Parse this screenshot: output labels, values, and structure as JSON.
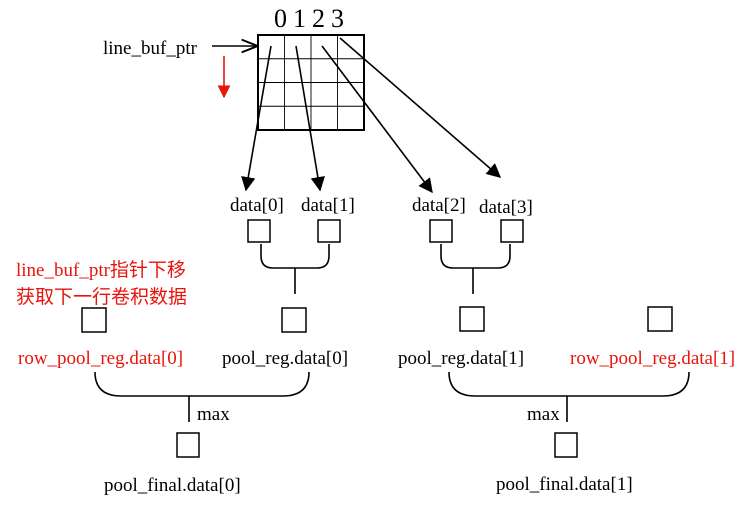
{
  "colors": {
    "line": "#000000",
    "highlight": "#e8140c"
  },
  "buffer": {
    "pointer_label": "line_buf_ptr",
    "column_indices": [
      "0",
      "1",
      "2",
      "3"
    ]
  },
  "note": {
    "line1": "line_buf_ptr指针下移",
    "line2": "获取下一行卷积数据"
  },
  "data_labels": [
    "data[0]",
    "data[1]",
    "data[2]",
    "data[3]"
  ],
  "registers": {
    "row_pool_0": "row_pool_reg.data[0]",
    "pool_0": "pool_reg.data[0]",
    "pool_1": "pool_reg.data[1]",
    "row_pool_1": "row_pool_reg.data[1]"
  },
  "max_label": "max",
  "finals": [
    "pool_final.data[0]",
    "pool_final.data[1]"
  ]
}
